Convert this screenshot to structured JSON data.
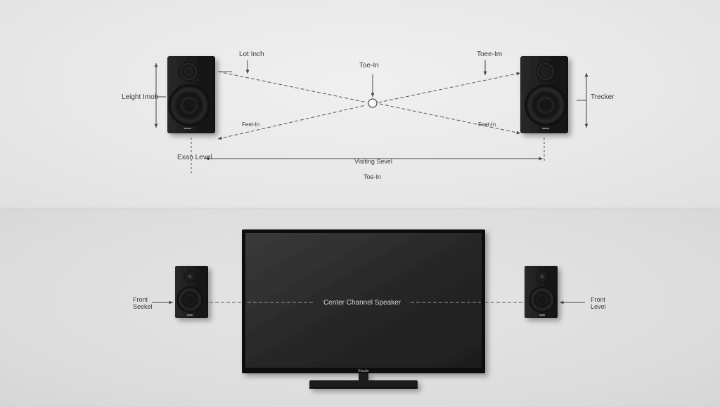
{
  "top_diagram": {
    "labels": {
      "left_inch": "Lot Inch",
      "height_inch": "Leight Imoh",
      "toe_in_center": "Toe-In",
      "toe_in_right": "Toee-Im",
      "right_tweeter": "Trecker",
      "angle_left": "Feet-In",
      "angle_right": "Feet-In",
      "ear_level": "Exan Level",
      "listening_level": "Visiting Sevel",
      "toe_in_bottom": "Toe-In"
    }
  },
  "bottom_diagram": {
    "labels": {
      "front_left_line1": "Front",
      "front_left_line2": "Seekel",
      "center_channel": "Center Channel Speaker",
      "front_right_line1": "Front",
      "front_right_line2": "Level",
      "tv_badge": "Elsade"
    }
  },
  "colors": {
    "speaker_body": "#1f1f1f",
    "screen": "#2c2c2c",
    "line": "#555555"
  }
}
